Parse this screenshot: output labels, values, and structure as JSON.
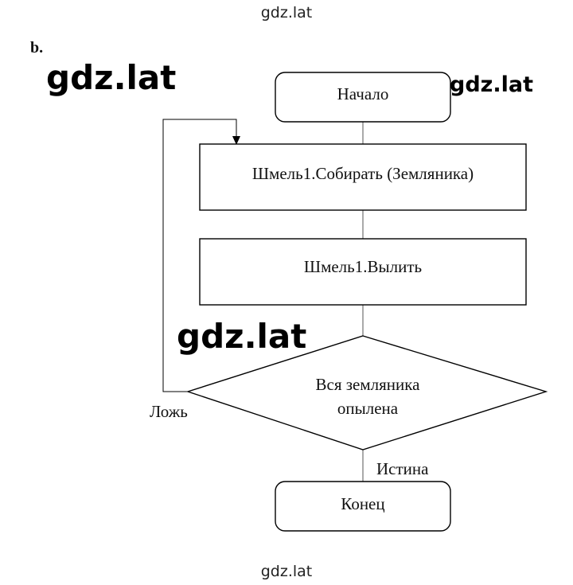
{
  "part_label": "b.",
  "watermarks": {
    "top": "gdz.lat",
    "big_left": "gdz.lat",
    "top_right": "gdz.lat",
    "middle": "gdz.lat",
    "bottom": "gdz.lat"
  },
  "flowchart": {
    "start": "Начало",
    "step1": "Шмель1.Собирать (Земляника)",
    "step2": "Шмель1.Вылить",
    "decision_line1": "Вся земляника",
    "decision_line2": "опылена",
    "false_label": "Ложь",
    "true_label": "Истина",
    "end": "Конец"
  }
}
